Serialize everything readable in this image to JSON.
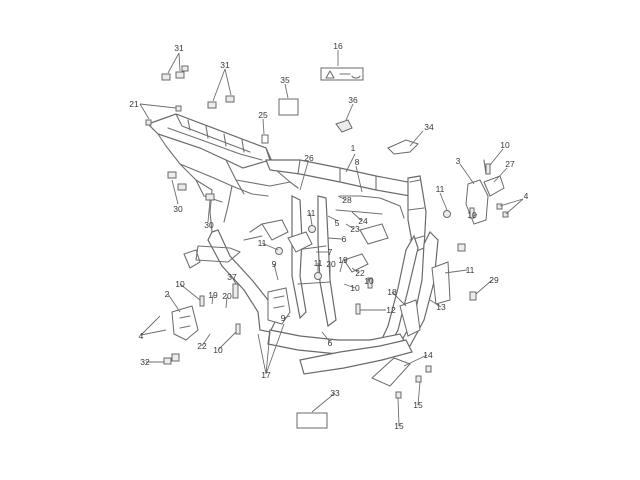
{
  "diagram": {
    "callouts": [
      {
        "key": "c31a",
        "label": "31"
      },
      {
        "key": "c31b",
        "label": "31"
      },
      {
        "key": "c16",
        "label": "16"
      },
      {
        "key": "c35",
        "label": "35"
      },
      {
        "key": "c36",
        "label": "36"
      },
      {
        "key": "c21",
        "label": "21"
      },
      {
        "key": "c25",
        "label": "25"
      },
      {
        "key": "c34",
        "label": "34"
      },
      {
        "key": "c1",
        "label": "1"
      },
      {
        "key": "c8",
        "label": "8"
      },
      {
        "key": "c26",
        "label": "26"
      },
      {
        "key": "c3",
        "label": "3"
      },
      {
        "key": "c10a",
        "label": "10"
      },
      {
        "key": "c27",
        "label": "27"
      },
      {
        "key": "c11a",
        "label": "11"
      },
      {
        "key": "c4a",
        "label": "4"
      },
      {
        "key": "c10b",
        "label": "10"
      },
      {
        "key": "c30a",
        "label": "30"
      },
      {
        "key": "c28",
        "label": "28"
      },
      {
        "key": "c24",
        "label": "24"
      },
      {
        "key": "c11b",
        "label": "11"
      },
      {
        "key": "c5",
        "label": "5"
      },
      {
        "key": "c23",
        "label": "23"
      },
      {
        "key": "c30b",
        "label": "30"
      },
      {
        "key": "c6a",
        "label": "6"
      },
      {
        "key": "c11c",
        "label": "11"
      },
      {
        "key": "c7",
        "label": "7"
      },
      {
        "key": "c9a",
        "label": "9"
      },
      {
        "key": "c9b",
        "label": "9"
      },
      {
        "key": "c11d",
        "label": "11"
      },
      {
        "key": "c20a",
        "label": "20"
      },
      {
        "key": "c19a",
        "label": "19"
      },
      {
        "key": "c22a",
        "label": "22"
      },
      {
        "key": "c10c",
        "label": "10"
      },
      {
        "key": "c11e",
        "label": "11"
      },
      {
        "key": "c29",
        "label": "29"
      },
      {
        "key": "c37",
        "label": "37"
      },
      {
        "key": "c10d",
        "label": "10"
      },
      {
        "key": "c10e",
        "label": "10"
      },
      {
        "key": "c18",
        "label": "18"
      },
      {
        "key": "c2",
        "label": "2"
      },
      {
        "key": "c19b",
        "label": "19"
      },
      {
        "key": "c20b",
        "label": "20"
      },
      {
        "key": "c12",
        "label": "12"
      },
      {
        "key": "c13",
        "label": "13"
      },
      {
        "key": "c4b",
        "label": "4"
      },
      {
        "key": "c9c",
        "label": "9"
      },
      {
        "key": "c6b",
        "label": "6"
      },
      {
        "key": "c22b",
        "label": "22"
      },
      {
        "key": "c10f",
        "label": "10"
      },
      {
        "key": "c32",
        "label": "32"
      },
      {
        "key": "c17",
        "label": "17"
      },
      {
        "key": "c14",
        "label": "14"
      },
      {
        "key": "c15a",
        "label": "15"
      },
      {
        "key": "c33",
        "label": "33"
      },
      {
        "key": "c15b",
        "label": "15"
      }
    ]
  }
}
